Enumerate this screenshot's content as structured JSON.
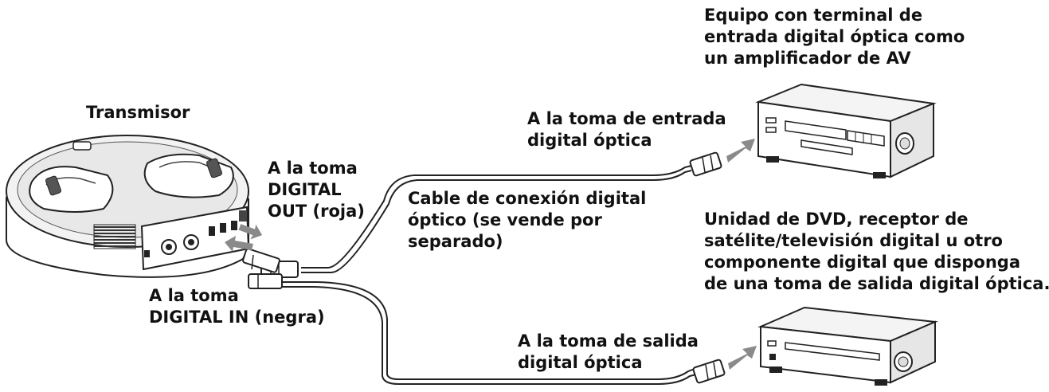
{
  "labels": {
    "transmitter": [
      "Transmisor"
    ],
    "digital_out_jack": [
      "A la toma",
      "DIGITAL",
      "OUT (roja)"
    ],
    "digital_in_jack": [
      "A la toma",
      "DIGITAL IN (negra)"
    ],
    "cable": [
      "Cable de conexión digital",
      "óptico (se vende por",
      "separado)"
    ],
    "optical_input_jack": [
      "A la toma de entrada",
      "digital óptica"
    ],
    "amplifier_device": [
      "Equipo con terminal de",
      "entrada digital óptica como",
      "un amplificador de AV"
    ],
    "dvd_device": [
      "Unidad de DVD, receptor de",
      "satélite/televisión digital u otro",
      "componente digital que disponga",
      "de una toma de salida digital óptica."
    ],
    "optical_output_jack": [
      "A la toma de salida",
      "digital óptica"
    ]
  },
  "colors": {
    "line": "#222222",
    "arrow": "#8a8a8a",
    "fill": "#ffffff",
    "shade": "#d9d9d9"
  }
}
